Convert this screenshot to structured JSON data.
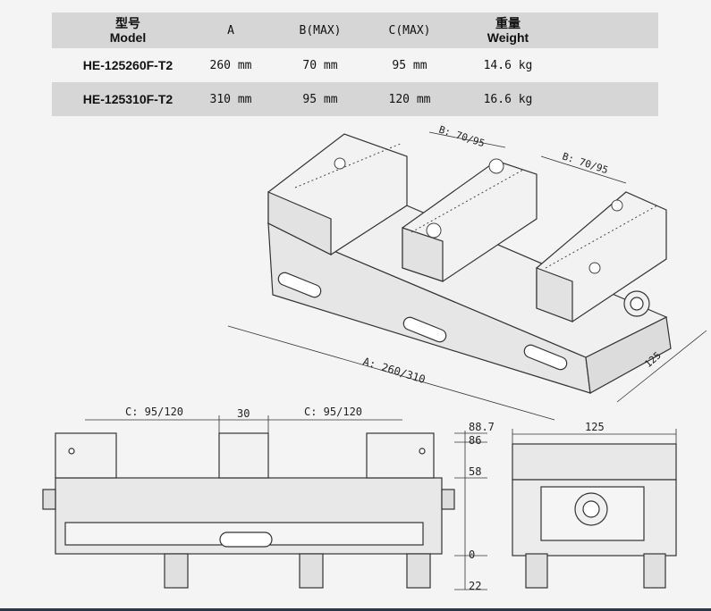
{
  "table": {
    "headers": {
      "model_cn": "型号",
      "model_en": "Model",
      "a": "A",
      "b": "B(MAX)",
      "c": "C(MAX)",
      "weight_cn": "重量",
      "weight_en": "Weight"
    },
    "rows": [
      {
        "model": "HE-125260F-T2",
        "a": "260 mm",
        "b": "70 mm",
        "c": "95 mm",
        "weight": "14.6 kg"
      },
      {
        "model": "HE-125310F-T2",
        "a": "310 mm",
        "b": "95 mm",
        "c": "120 mm",
        "weight": "16.6 kg"
      }
    ]
  },
  "iso_view": {
    "dim_b1": "B: 70/95",
    "dim_b2": "B: 70/95",
    "dim_a": "A: 260/310",
    "dim_depth": "125"
  },
  "front_view": {
    "dim_c_left": "C: 95/120",
    "dim_center": "30",
    "dim_c_right": "C: 95/120",
    "height_88_7": "88.7",
    "height_86": "86",
    "height_58": "58",
    "height_0": "0",
    "height_22": "22"
  },
  "side_view": {
    "dim_width": "125"
  },
  "colors": {
    "line": "#333333",
    "body_fill": "#e8e8e8",
    "band": "#d6d6d6",
    "bar": "#1f3a52"
  }
}
